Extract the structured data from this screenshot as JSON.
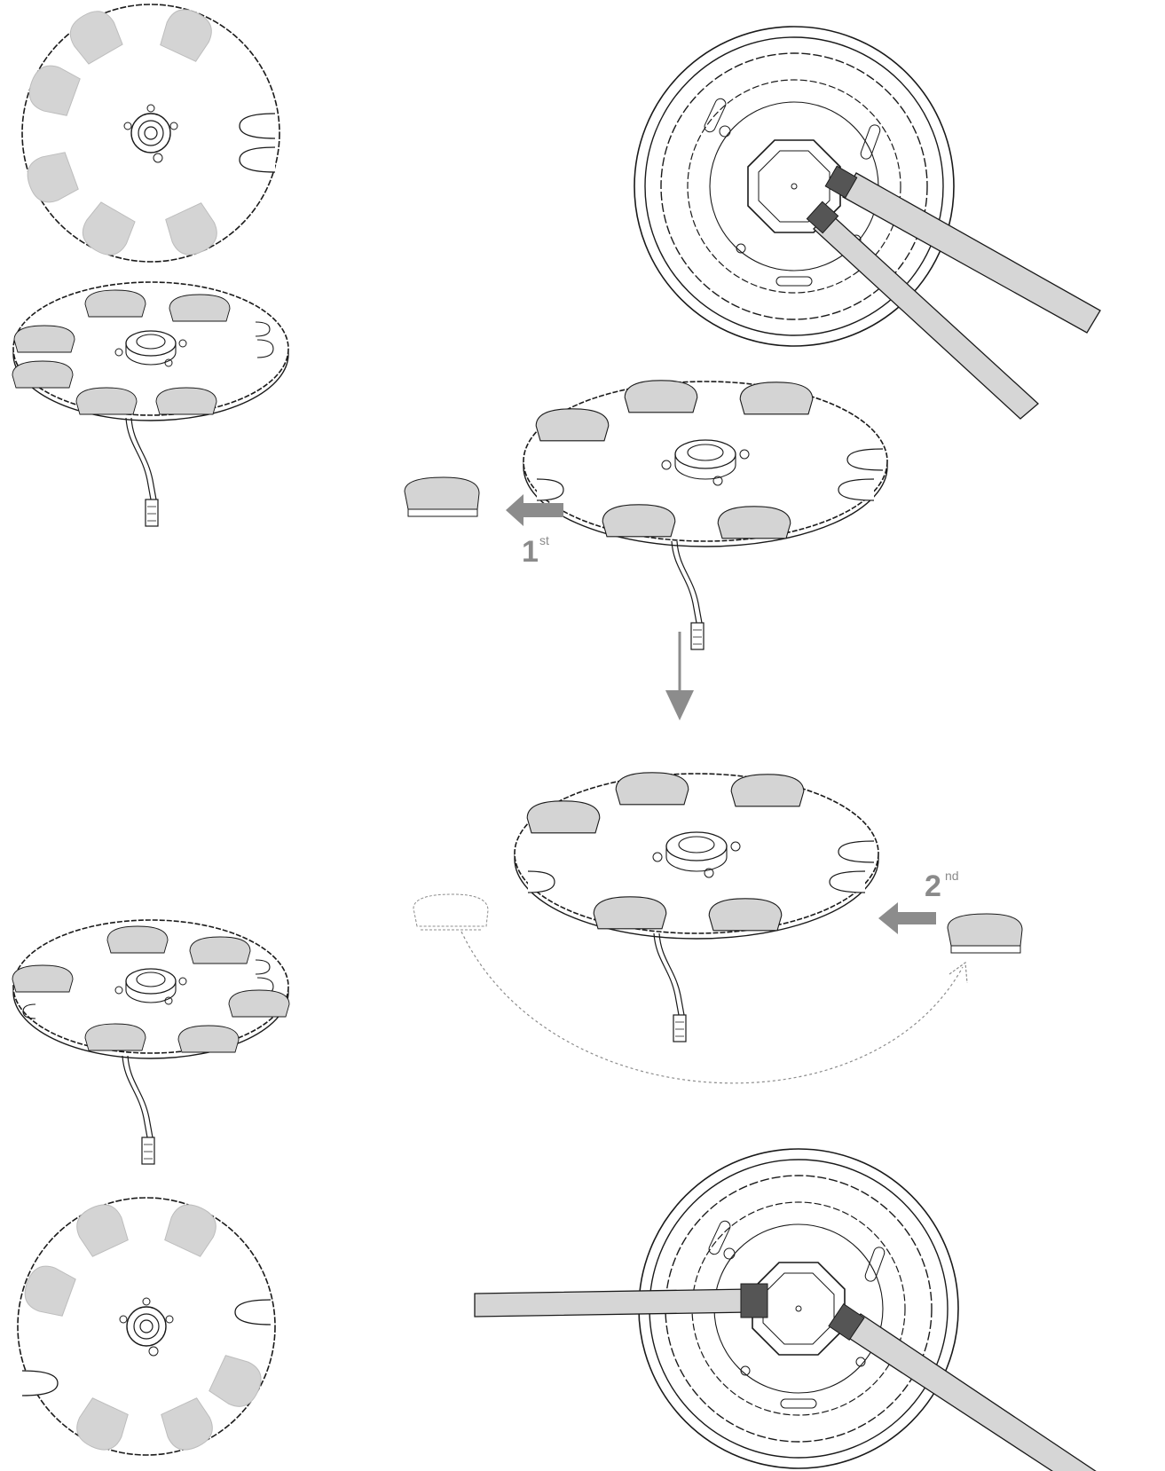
{
  "steps": {
    "first": {
      "number": "1",
      "suffix": "st"
    },
    "second": {
      "number": "2",
      "suffix": "nd"
    }
  },
  "colors": {
    "line": "#1a1a1a",
    "pad_fill": "#d4d4d4",
    "arrow": "#8c8c8c",
    "pipe_fill": "#d6d6d6",
    "label": "#8a8a8a"
  },
  "icons": {
    "step_arrow": "arrow-left-icon",
    "flow_arrow": "arrow-down-icon",
    "return_arrow": "dashed-curved-arrow-icon"
  }
}
